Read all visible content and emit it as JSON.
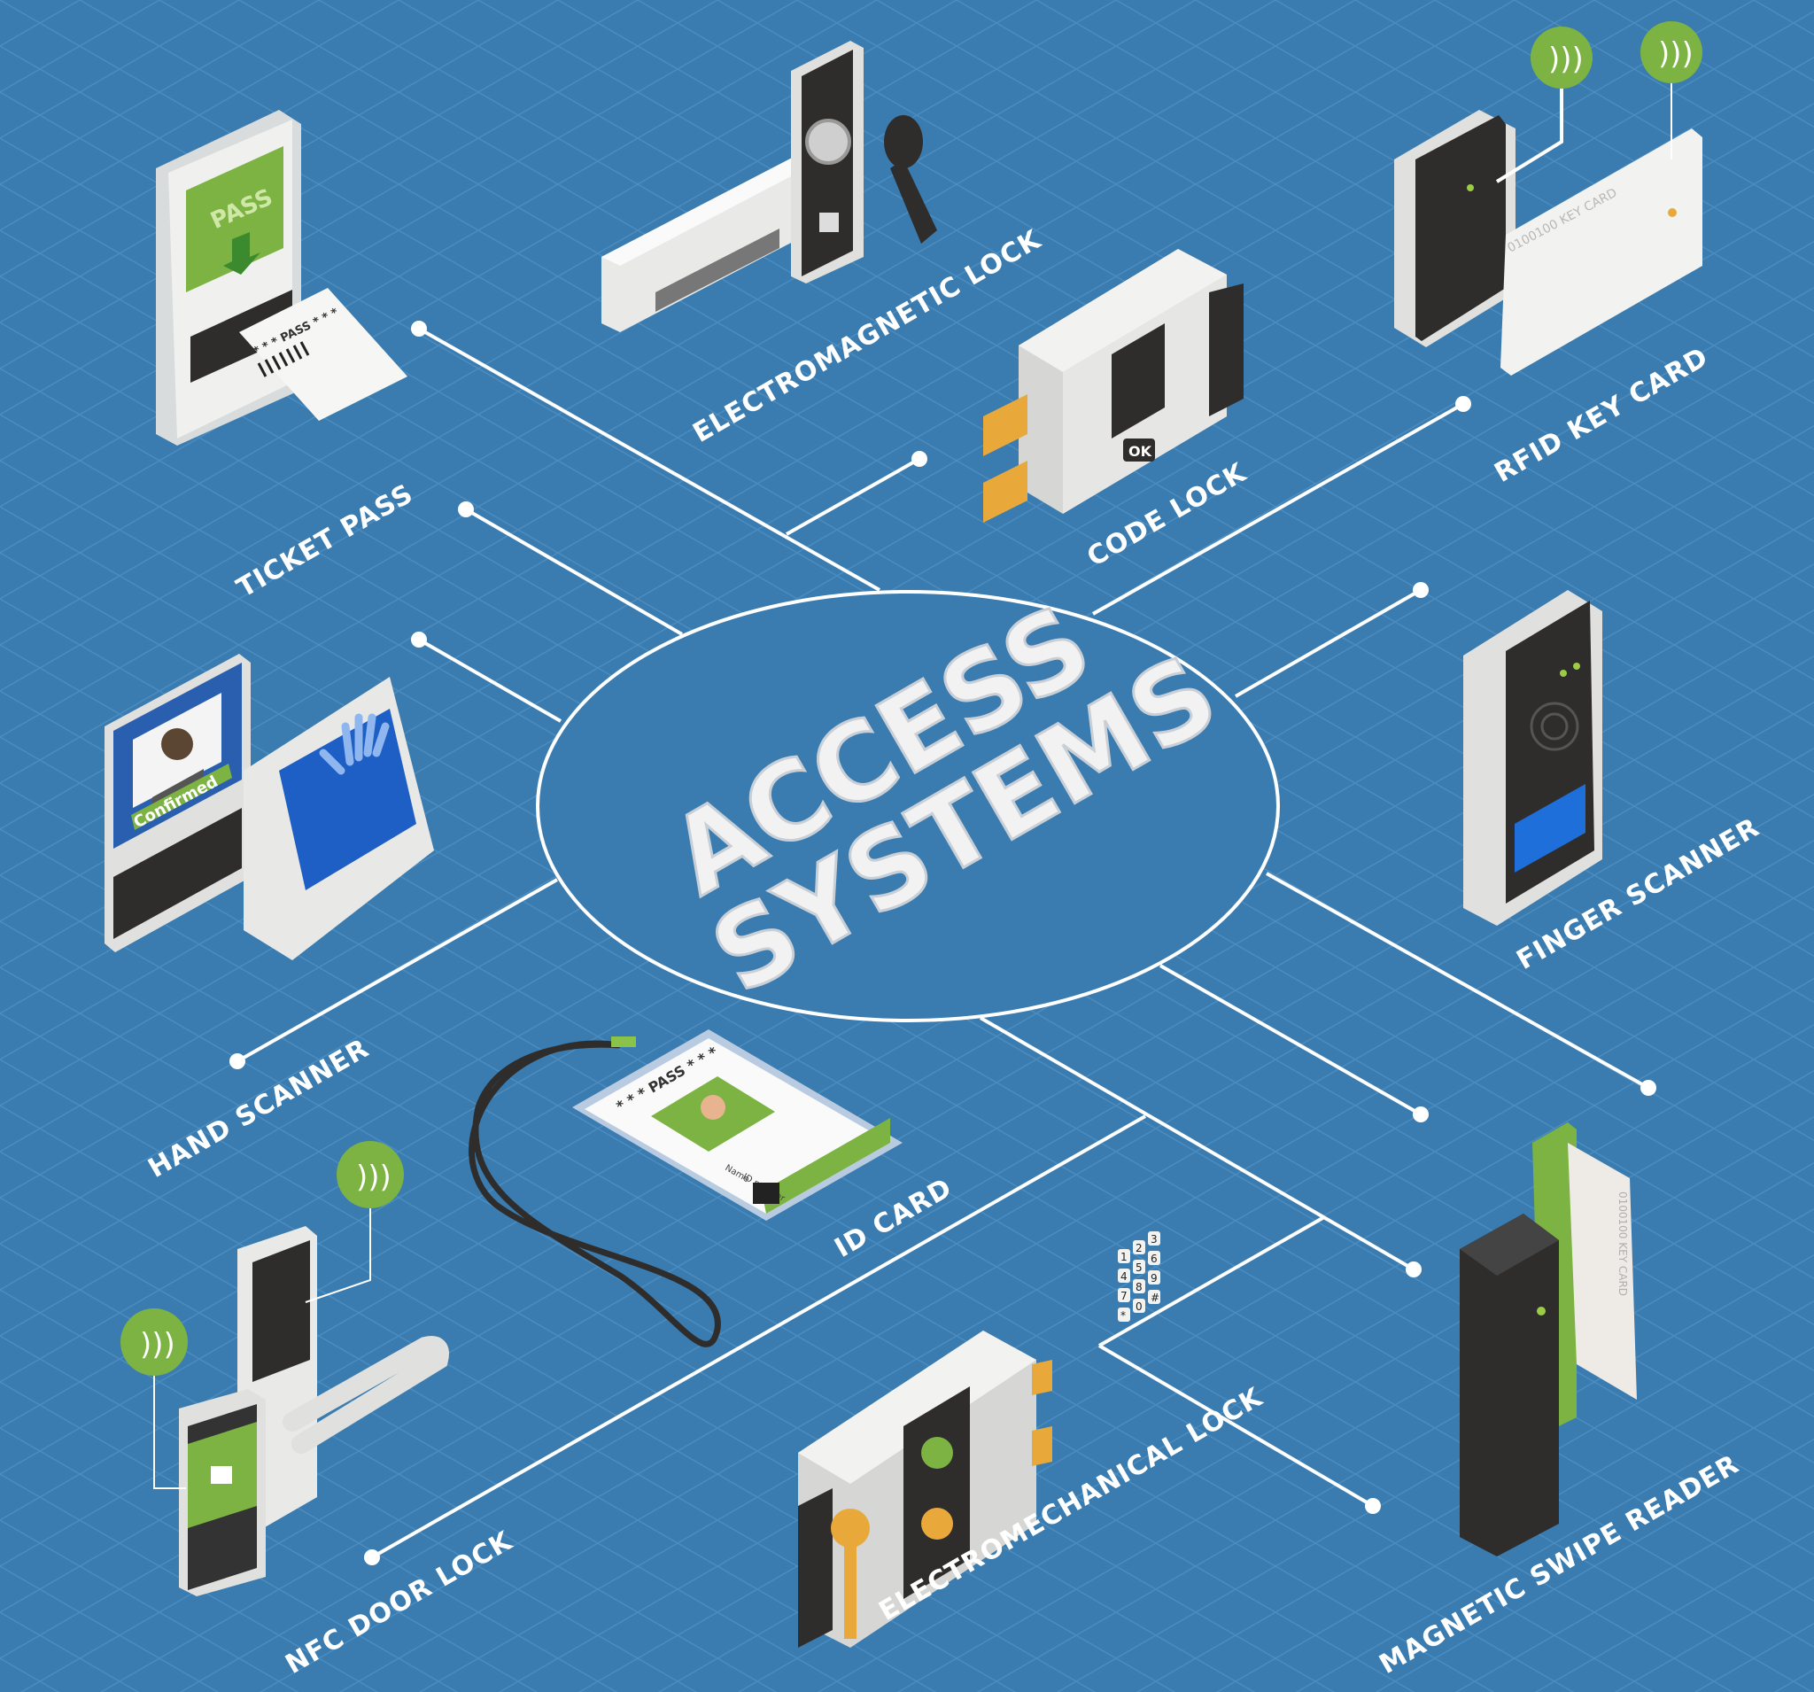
{
  "title": {
    "line1": "ACCESS",
    "line2": "SYSTEMS"
  },
  "colors": {
    "background": "#3a7cb0",
    "accent_green": "#7cb342",
    "device_dark": "#2f2d2c",
    "device_light": "#e9e9e7",
    "brass": "#e8a93a"
  },
  "labels": {
    "ticket_pass": "TICKET PASS",
    "electromagnetic_lock": "ELECTROMAGNETIC LOCK",
    "code_lock": "CODE LOCK",
    "rfid_key_card": "RFID KEY CARD",
    "finger_scanner": "FINGER SCANNER",
    "hand_scanner": "HAND SCANNER",
    "id_card": "ID CARD",
    "nfc_door_lock": "NFC DOOR LOCK",
    "electromechanical_lock": "ELECTROMECHANICAL LOCK",
    "magnetic_swipe_reader": "MAGNETIC SWIPE READER"
  },
  "devices": {
    "ticket_screen": "PASS",
    "ticket_stub": "* * * PASS * * *",
    "hand_scanner_badge": "Confirmed",
    "keypad": {
      "keys": [
        "1",
        "2",
        "3",
        "4",
        "5",
        "6",
        "7",
        "8",
        "9",
        "*",
        "0",
        "#"
      ],
      "ok": "OK"
    },
    "rfid_card_text": "0100100 KEY CARD",
    "swipe_card_text": "0100100 KEY CARD",
    "id_card": {
      "header": "* * * PASS * * *",
      "name_field": "Name",
      "id_field": "ID number"
    }
  },
  "icons": [
    "wifi-badge-icon",
    "fingerprint-icon",
    "hand-icon",
    "padlock-icon",
    "key-icon",
    "barcode-icon",
    "qr-code-icon",
    "nfc-icon"
  ]
}
